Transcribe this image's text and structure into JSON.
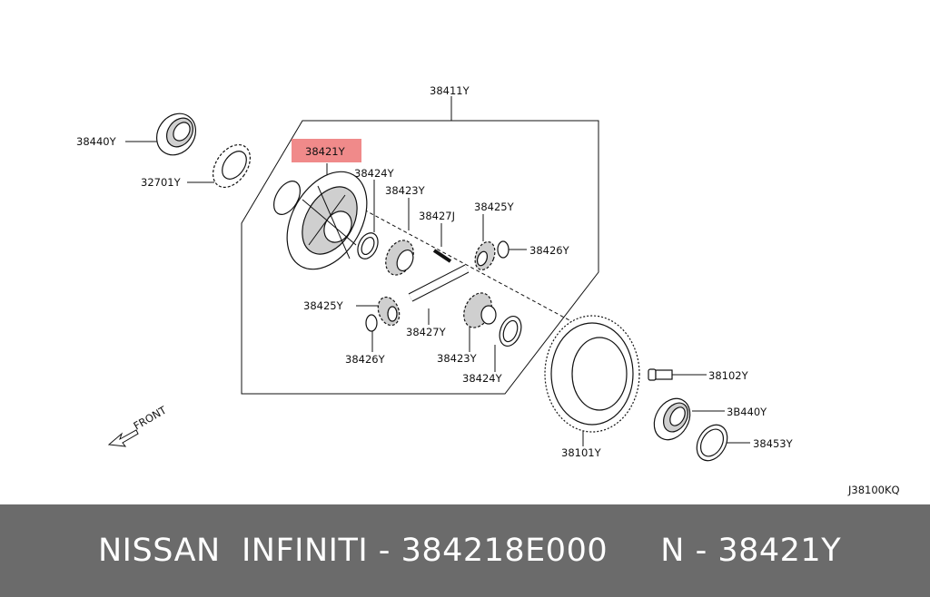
{
  "diagram": {
    "parts": {
      "p38411Y": "38411Y",
      "p38440Y_top": "38440Y",
      "p32701Y": "32701Y",
      "p38421Y": "38421Y",
      "p38424Y_top": "38424Y",
      "p38423Y_top": "38423Y",
      "p38427J": "38427J",
      "p38425Y_right": "38425Y",
      "p38426Y_right": "38426Y",
      "p38425Y_left": "38425Y",
      "p38427Y": "38427Y",
      "p38426Y_bottom": "38426Y",
      "p38423Y_bottom": "38423Y",
      "p38424Y_bottom": "38424Y",
      "p38102Y": "38102Y",
      "p38440Y_bottom": "3B440Y",
      "p38453Y": "38453Y",
      "p38101Y": "38101Y"
    },
    "front_label": "FRONT",
    "diagram_code": "J38100KQ",
    "highlight_color": "#f08a8a"
  },
  "footer": {
    "brand": "NISSAN",
    "brand2": "INFINITI",
    "sep1": "-",
    "part_number": "384218E000",
    "prefix": "N",
    "sep2": "-",
    "ref_code": "38421Y"
  },
  "colors": {
    "footer_bg": "#6b6b6b",
    "footer_text": "#ffffff"
  }
}
